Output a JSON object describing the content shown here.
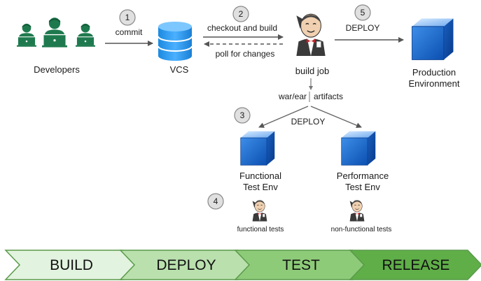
{
  "nodes": {
    "developers": "Developers",
    "vcs": "VCS",
    "build_job": "build job",
    "production_line1": "Production",
    "production_line2": "Environment",
    "functional_line1": "Functional",
    "functional_line2": "Test Env",
    "performance_line1": "Performance",
    "performance_line2": "Test Env",
    "functional_tests": "functional tests",
    "nonfunctional_tests": "non-functional tests"
  },
  "edges": {
    "commit": "commit",
    "checkout": "checkout and build",
    "poll": "poll for changes",
    "deploy_prod": "DEPLOY",
    "artifacts_left": "war/ear",
    "artifacts_right": "artifacts",
    "deploy_test": "DEPLOY"
  },
  "steps": [
    "1",
    "2",
    "3",
    "4",
    "5"
  ],
  "pipeline": [
    "BUILD",
    "DEPLOY",
    "TEST",
    "RELEASE"
  ],
  "colors": {
    "developer_green": "#1e7a4e",
    "pipeline": [
      "#e2f3df",
      "#b9e0ad",
      "#8ecb79",
      "#5fae48"
    ],
    "pipeline_border": "#5a9a4a",
    "cube_blue": "#1a6ad0",
    "database_blue": "#1e8fe0"
  }
}
